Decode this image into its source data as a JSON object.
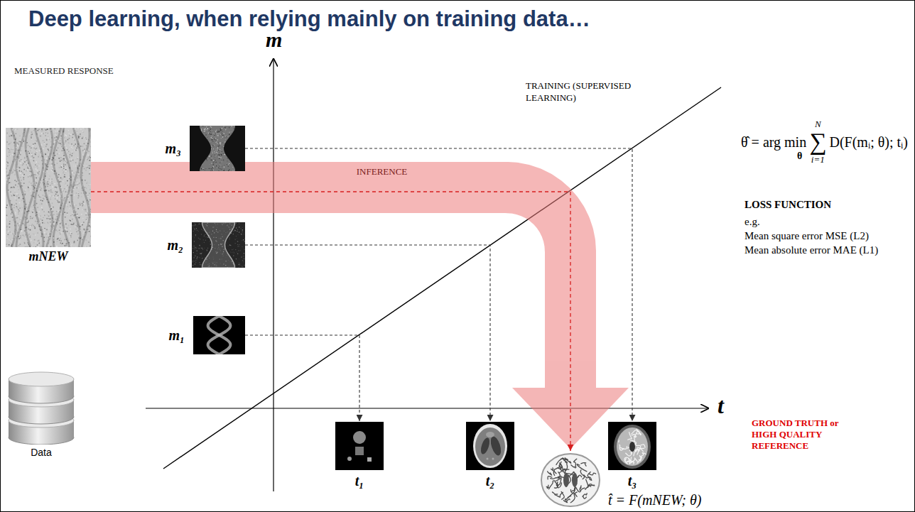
{
  "diagram": {
    "title": "Deep learning, when relying mainly on training data…",
    "nodes": [
      {
        "text": [
          "m₃"
        ]
      },
      {
        "text": [
          "m₂"
        ]
      },
      {
        "text": [
          "m₁"
        ]
      },
      {
        "text": [
          "mNEW"
        ]
      },
      {
        "text": [
          "Data"
        ]
      },
      {
        "text": [
          "t₁"
        ]
      },
      {
        "text": [
          "t₂"
        ]
      },
      {
        "text": [
          "t₃"
        ]
      },
      {
        "text": [
          "t̂ = F(mNEW; θ)"
        ]
      }
    ],
    "edges": [
      {
        "from": 2,
        "to": 5,
        "arrow": "to"
      },
      {
        "from": 1,
        "to": 6,
        "arrow": "to"
      },
      {
        "from": 0,
        "to": 7,
        "arrow": "to"
      },
      {
        "from": 3,
        "to": 8,
        "label": "INFERENCE",
        "arrow": "to"
      }
    ],
    "labels": [
      "MEASURED RESPONSE",
      "m",
      "TRAINING (SUPERVISED LEARNING)",
      "θ̂ = arg min",
      "θ",
      "N",
      "∑",
      "i=1",
      "D(F(mᵢ; θ); tᵢ)",
      "LOSS FUNCTION",
      "e.g.",
      "Mean square error MSE (L2)",
      "Mean absolute error MAE (L1)",
      "t",
      "GROUND TRUTH or HIGH QUALITY REFERENCE"
    ]
  }
}
